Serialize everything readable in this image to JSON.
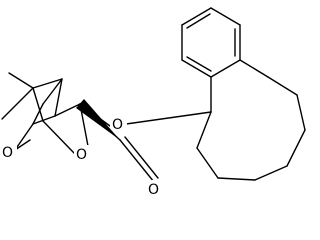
{
  "figure": {
    "atom_labels": {
      "ester_oxygen": "O",
      "carbonyl_oxygen": "O",
      "bridge_oxygen": "O",
      "ketone_oxygen": "O"
    },
    "colors": {
      "bond": "#000000",
      "background": "#ffffff"
    }
  }
}
